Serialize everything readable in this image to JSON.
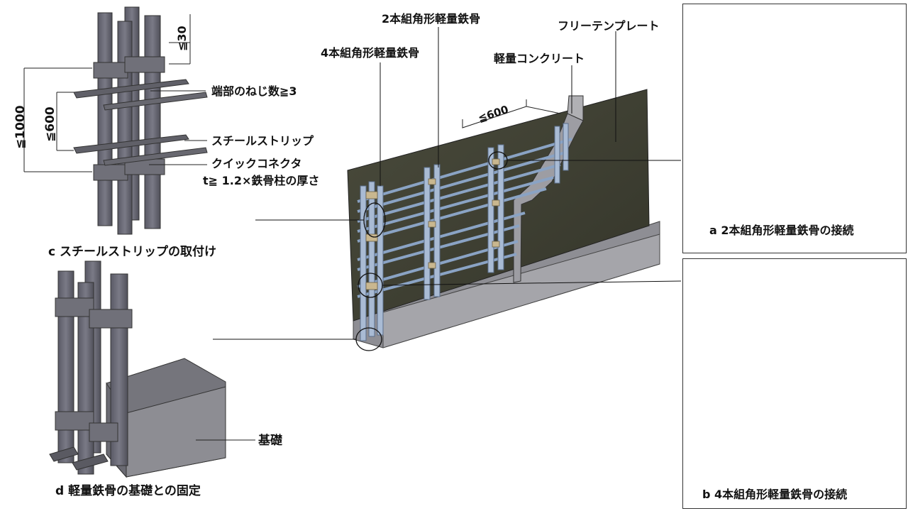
{
  "main": {
    "label_4col": "4本組角形軽量鉄骨",
    "label_2col": "2本組角形軽量鉄骨",
    "label_concrete": "軽量コンクリート",
    "label_template": "フリーテンプレート",
    "dim_spacing": "≦600"
  },
  "detail_c": {
    "title": "c スチールストリップの取付け",
    "dim_top": "≦30",
    "dim_outer": "≦1000",
    "dim_inner": "≦600",
    "label_screws": "端部のねじ数≧3",
    "label_strip": "スチールストリップ",
    "label_connector": "クイックコネクタ",
    "label_thickness": "t≧ 1.2×鉄骨柱の厚さ"
  },
  "detail_d": {
    "title": "d 軽量鉄骨の基礎との固定",
    "label_foundation": "基礎"
  },
  "panel_a": {
    "caption": "a  2本組角形軽量鉄骨の接続"
  },
  "panel_b": {
    "caption": "b  4本組角形軽量鉄骨の接続"
  },
  "colors": {
    "steel": "#6e6e7a",
    "steel_dark": "#4b4b55",
    "wall": "#3e3f31",
    "blue_strip": "#8aa3c4",
    "foundation": "#8a8a90"
  }
}
